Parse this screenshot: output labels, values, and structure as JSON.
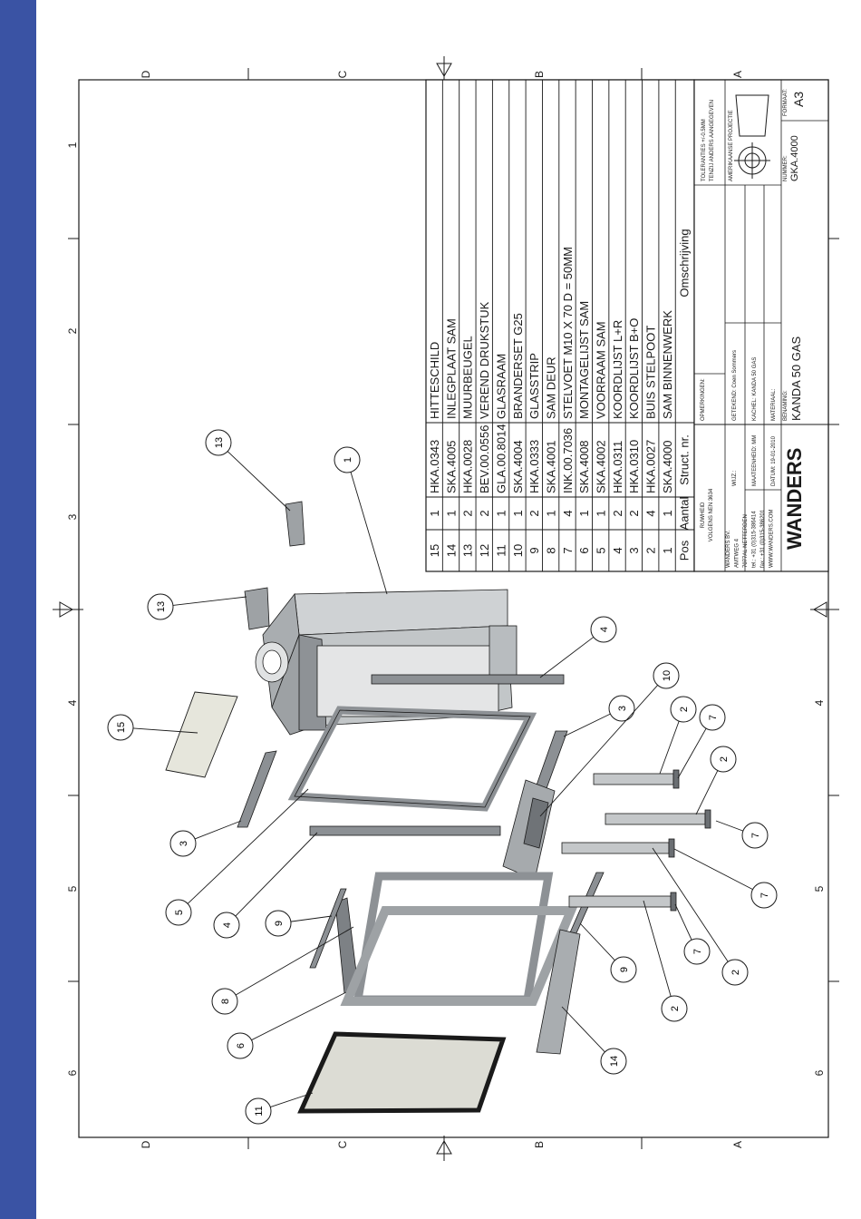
{
  "colors": {
    "side_band": "#3a53a4",
    "line": "#1a1a1a",
    "part_fill": "#c9ccce",
    "part_dark": "#7d8185",
    "glass": "#d8d8d2"
  },
  "zones": {
    "top": [
      "D",
      "C",
      "B",
      "A"
    ],
    "bottom": [
      "D",
      "C",
      "B",
      "A"
    ],
    "left": [
      "1",
      "2",
      "3",
      "4",
      "5",
      "6"
    ],
    "right": [
      "1",
      "2",
      "3",
      "4",
      "5",
      "6"
    ]
  },
  "bom": {
    "headers": {
      "pos": "Pos",
      "aantal": "Aantal",
      "struct": "Struct. nr.",
      "omschrijving": "Omschrijving"
    },
    "rows": [
      {
        "pos": "15",
        "aantal": "1",
        "struct": "HKA.0343",
        "omschrijving": "HITTESCHILD"
      },
      {
        "pos": "14",
        "aantal": "1",
        "struct": "SKA.4005",
        "omschrijving": "INLEGPLAAT SAM"
      },
      {
        "pos": "13",
        "aantal": "2",
        "struct": "HKA.0028",
        "omschrijving": "MUURBEUGEL"
      },
      {
        "pos": "12",
        "aantal": "2",
        "struct": "BEV.00.0556",
        "omschrijving": "VEREND DRUKSTUK"
      },
      {
        "pos": "11",
        "aantal": "1",
        "struct": "GLA.00.8014",
        "omschrijving": "GLASRAAM"
      },
      {
        "pos": "10",
        "aantal": "1",
        "struct": "SKA.4004",
        "omschrijving": "BRANDERSET G25"
      },
      {
        "pos": "9",
        "aantal": "2",
        "struct": "HKA.0333",
        "omschrijving": "GLASSTRIP"
      },
      {
        "pos": "8",
        "aantal": "1",
        "struct": "SKA.4001",
        "omschrijving": "SAM DEUR"
      },
      {
        "pos": "7",
        "aantal": "4",
        "struct": "INK.00.7036",
        "omschrijving": "STELVOET M10 X 70 D = 50MM"
      },
      {
        "pos": "6",
        "aantal": "1",
        "struct": "SKA.4008",
        "omschrijving": "MONTAGELIJST SAM"
      },
      {
        "pos": "5",
        "aantal": "1",
        "struct": "SKA.4002",
        "omschrijving": "VOORRAAM SAM"
      },
      {
        "pos": "4",
        "aantal": "2",
        "struct": "HKA.0311",
        "omschrijving": "KOORDLIJST L+R"
      },
      {
        "pos": "3",
        "aantal": "2",
        "struct": "HKA.0310",
        "omschrijving": "KOORDLIJST B+O"
      },
      {
        "pos": "2",
        "aantal": "4",
        "struct": "HKA.0027",
        "omschrijving": "BUIS STELPOOT"
      },
      {
        "pos": "1",
        "aantal": "1",
        "struct": "SKA.4000",
        "omschrijving": "SAM BINNENWERK"
      }
    ]
  },
  "title_block": {
    "ruwheid": "RUWHEID",
    "ruwheid_norm": "VOLGENS NEN 3634",
    "opmerkingen": "OPMERKINGEN:",
    "toleranties": "TOLERANTIES +/-0.5MM",
    "toleranties_note": "TENZIJ ANDERS AANGEGEVEN",
    "company": [
      "WANDERS BV.",
      "AMTWEG 4",
      "7077AL NETTERDEN",
      "tel.: +31 (0)315-386414",
      "fax.: +31 (0)315-386201",
      "WWW.WANDERS.COM"
    ],
    "wijz": "WIJZ.:",
    "getekend": "GETEKEND: Coen Sommers",
    "projectie": "AMERIKAANSE PROJECTIE",
    "maateenheid": "MAATEENHEID: MM",
    "kachel": "KACHEL: KANDA 50 GAS",
    "datum": "DATUM: 19-01-2010",
    "materiaal": "MATERIAAL:",
    "logo": "WANDERS",
    "benaming_label": "BENAMING:",
    "benaming": "KANDA 50 GAS",
    "nummer_label": "NUMMER:",
    "nummer": "GKA.4000",
    "formaat_label": "FORMAAT:",
    "formaat": "A3"
  },
  "balloons": [
    "1",
    "2",
    "2",
    "2",
    "2",
    "3",
    "3",
    "4",
    "4",
    "5",
    "6",
    "7",
    "7",
    "7",
    "7",
    "8",
    "9",
    "9",
    "10",
    "11",
    "13",
    "13",
    "14",
    "15"
  ]
}
